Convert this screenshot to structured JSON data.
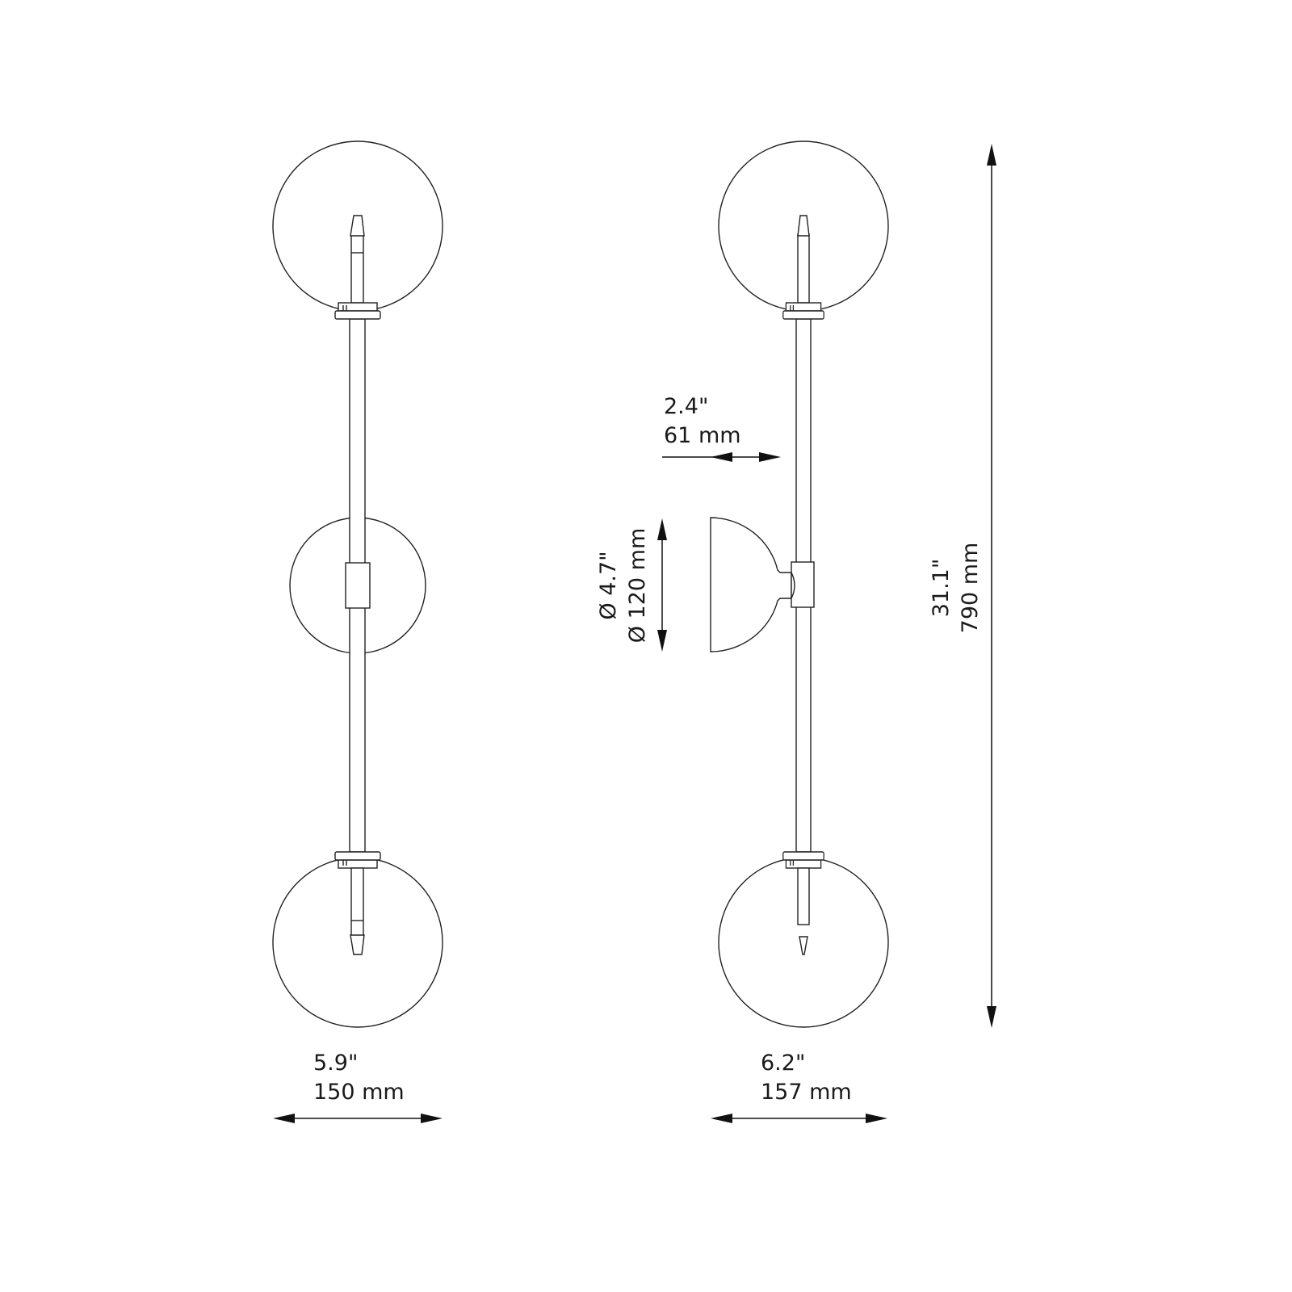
{
  "front_view": {
    "width_in": "5.9\"",
    "width_mm": "150 mm"
  },
  "side_view": {
    "width_in": "6.2\"",
    "width_mm": "157 mm",
    "projection_in": "2.4\"",
    "projection_mm": "61 mm",
    "canopy_diameter_in": "Ø 4.7\"",
    "canopy_diameter_mm": "Ø 120 mm",
    "height_in": "31.1\"",
    "height_mm": "790 mm"
  }
}
